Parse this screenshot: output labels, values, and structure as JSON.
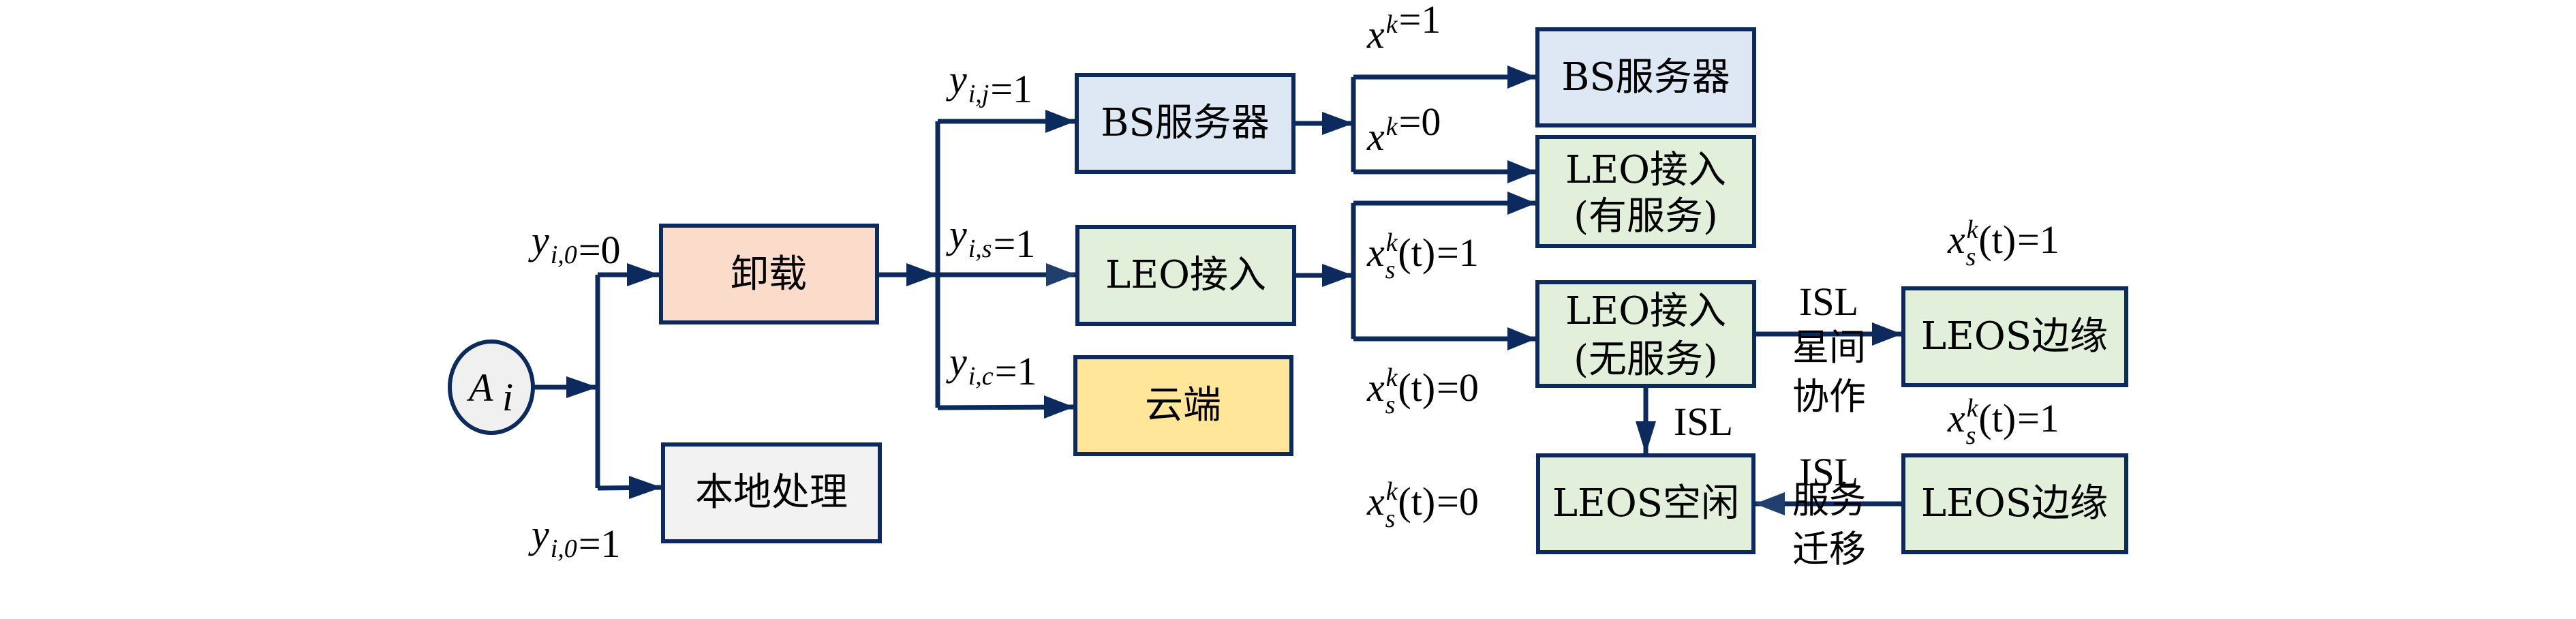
{
  "colors": {
    "line": "#0d2a5e",
    "offload_fill": "#fbdccb",
    "local_fill": "#f2f2f2",
    "bs_fill": "#dde8f4",
    "leo_fill": "#e2efda",
    "cloud_fill": "#ffe699",
    "source_fill": "#f0f0f0"
  },
  "nodes": {
    "source": {
      "main": "A",
      "sub": "i"
    },
    "offload": "卸载",
    "local": "本地处理",
    "bs_server": "BS服务器",
    "leo_access": "LEO接入",
    "cloud": "云端",
    "bs_server_2": "BS服务器",
    "leo_served": {
      "line1": "LEO接入",
      "line2": "(有服务)"
    },
    "leo_unserved": {
      "line1": "LEO接入",
      "line2": "(无服务)"
    },
    "leos_edge_top": "LEOS边缘",
    "leos_idle": "LEOS空闲",
    "leos_edge_bottom": "LEOS边缘"
  },
  "edge_labels": {
    "y_i0_0": {
      "var": "y",
      "sub": "i,0",
      "rhs": "=0"
    },
    "y_i0_1": {
      "var": "y",
      "sub": "i,0",
      "rhs": "=1"
    },
    "y_ij_1": {
      "var": "y",
      "sub": "i,j",
      "rhs": "=1"
    },
    "y_is_1": {
      "var": "y",
      "sub": "i,s",
      "rhs": "=1"
    },
    "y_ic_1": {
      "var": "y",
      "sub": "i,c",
      "rhs": "=1"
    },
    "xk_1": {
      "var": "x",
      "sup": "k",
      "rhs": "=1"
    },
    "xk_0": {
      "var": "x",
      "sup": "k",
      "rhs": "=0"
    },
    "xst_1": {
      "var": "x",
      "sup": "k",
      "sub": "s",
      "arg": "(t)",
      "rhs": "=1"
    },
    "xst_0": {
      "var": "x",
      "sup": "k",
      "sub": "s",
      "arg": "(t)",
      "rhs": "=0"
    },
    "xst_edge_top": {
      "var": "x",
      "sup": "k",
      "sub": "s",
      "arg": "(t)",
      "rhs": "=1"
    },
    "xst_edge_bottom": {
      "var": "x",
      "sup": "k",
      "sub": "s",
      "arg": "(t)",
      "rhs": "=1"
    },
    "xst_idle": {
      "var": "x",
      "sup": "k",
      "sub": "s",
      "arg": "(t)",
      "rhs": "=0"
    },
    "isl_down": "ISL",
    "isl_right": "ISL",
    "isl_left": "ISL",
    "cooperation": {
      "line1": "星间",
      "line2": "协作"
    },
    "migration": {
      "line1": "服务",
      "line2": "迁移"
    }
  }
}
